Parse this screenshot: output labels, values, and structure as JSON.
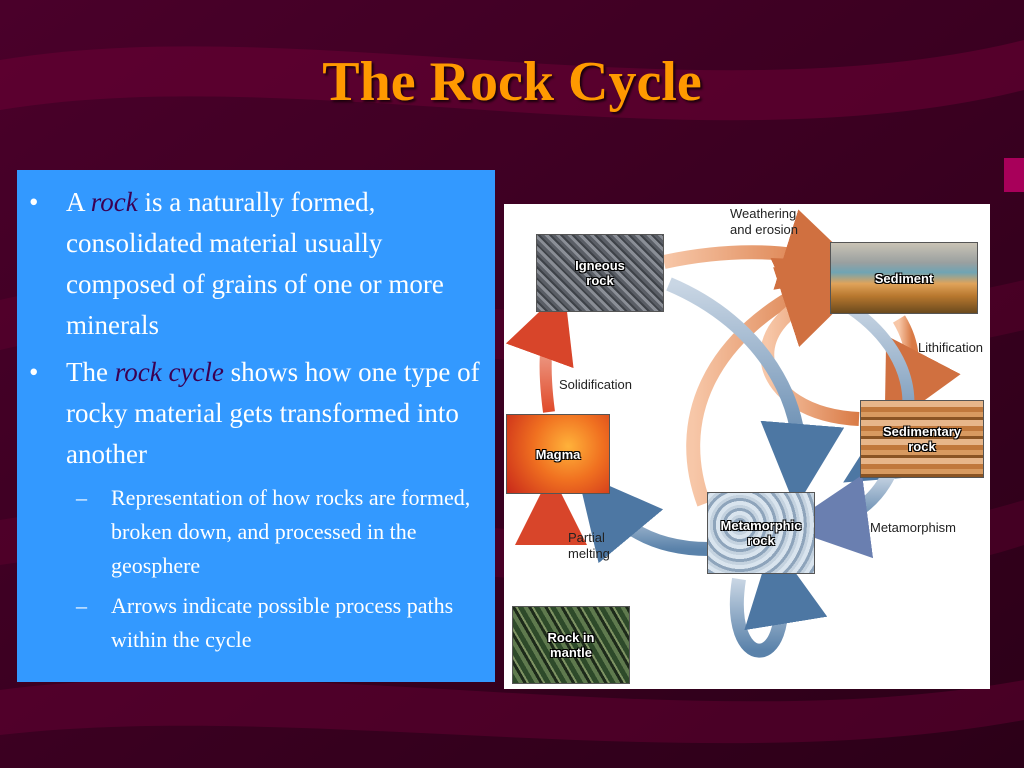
{
  "slide": {
    "title": "The Rock Cycle",
    "colors": {
      "background": "#3d0022",
      "title": "#ff9900",
      "textbox": "#3399ff",
      "emphasis": "#3b0052"
    },
    "bullets": [
      {
        "pre": "A ",
        "em": "rock",
        "post": " is a naturally formed, consolidated material usually composed of grains of one or more minerals"
      },
      {
        "pre": "The ",
        "em": "rock cycle",
        "post": " shows how one type of rocky material gets transformed into another"
      }
    ],
    "sub_bullets": [
      "Representation of how rocks are formed, broken down, and processed in the geosphere",
      "Arrows indicate possible process paths within the cycle"
    ],
    "bullet_symbol": "•",
    "sub_bullet_symbol": "–"
  },
  "diagram": {
    "rocks": {
      "igneous": [
        "Igneous",
        "rock"
      ],
      "sediment": "Sediment",
      "sedimentary": [
        "Sedimentary",
        "rock"
      ],
      "metamorphic": [
        "Metamorphic",
        "rock"
      ],
      "magma": "Magma",
      "mantle": [
        "Rock in",
        "mantle"
      ]
    },
    "processes": {
      "weathering": [
        "Weathering",
        "and erosion"
      ],
      "lithification": "Lithification",
      "solidification": "Solidification",
      "metamorphism": "Metamorphism",
      "partial_melting": [
        "Partial",
        "melting"
      ]
    }
  }
}
